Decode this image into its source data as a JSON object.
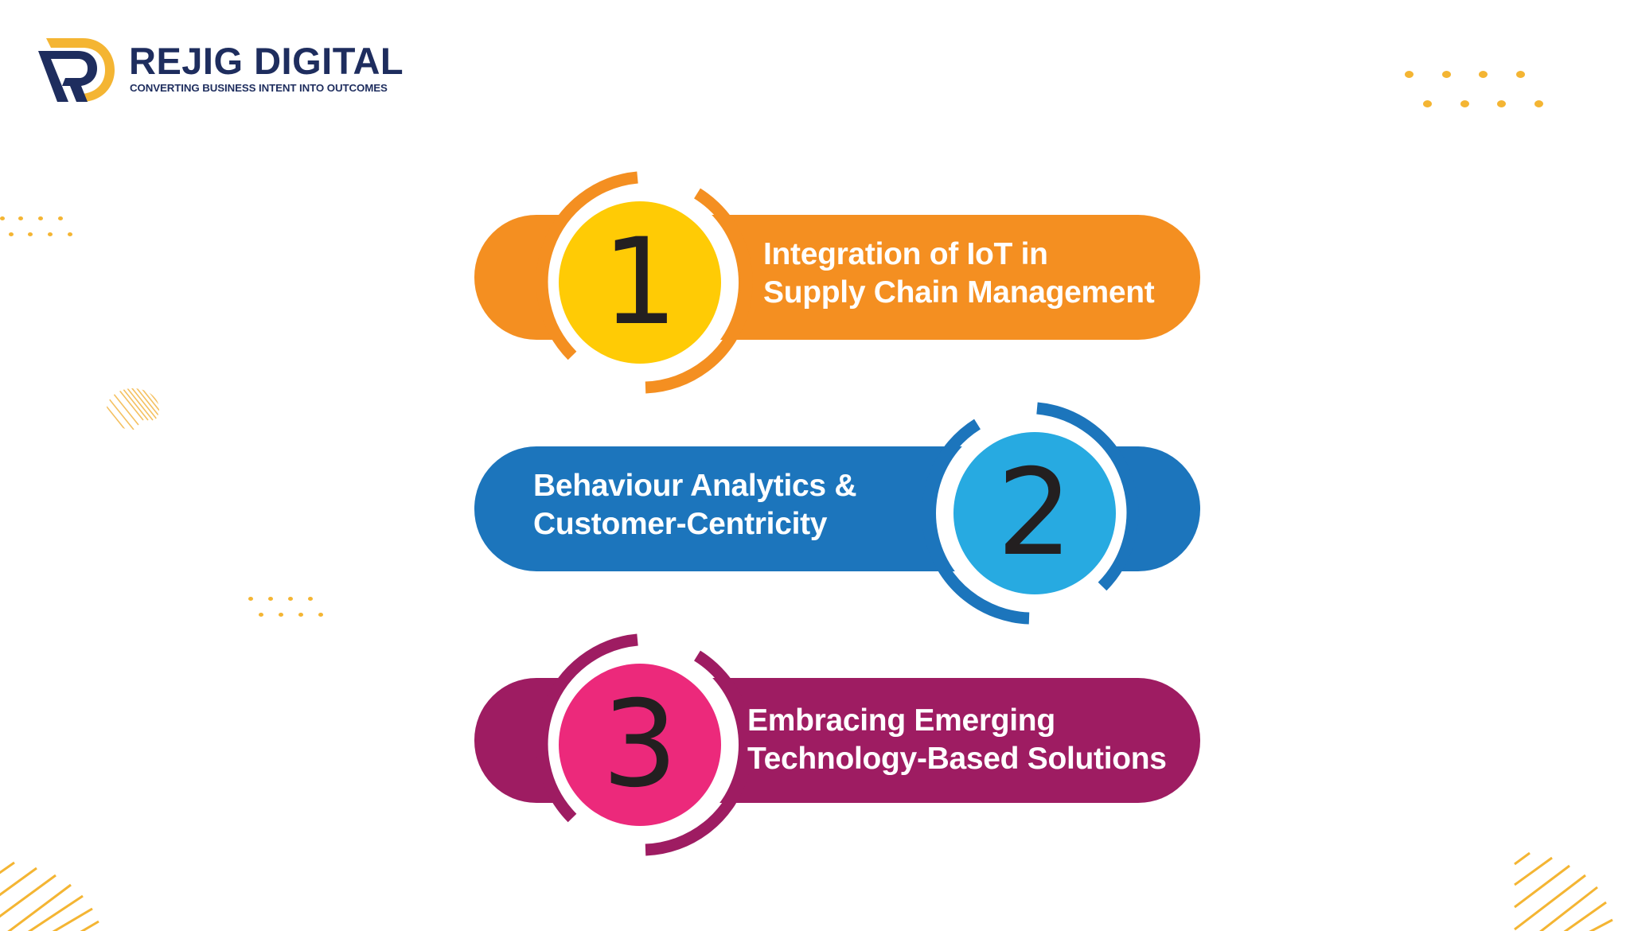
{
  "brand": {
    "name": "REJIG DIGITAL",
    "tagline": "CONVERTING BUSINESS INTENT INTO OUTCOMES",
    "logo_icon": "rd-monogram-icon",
    "colors": {
      "navy": "#1E2D5E",
      "gold": "#F4B533"
    }
  },
  "steps": [
    {
      "number": "1",
      "line1": "Integration of IoT in",
      "line2": "Supply Chain Management",
      "pill_color": "#F48F21",
      "circle_color": "#FFCB05",
      "badge_side": "left"
    },
    {
      "number": "2",
      "line1": "Behaviour Analytics &",
      "line2": "Customer-Centricity",
      "pill_color": "#1C75BC",
      "circle_color": "#27AAE1",
      "badge_side": "right"
    },
    {
      "number": "3",
      "line1": "Embracing Emerging",
      "line2": "Technology-Based Solutions",
      "pill_color": "#9E1C62",
      "circle_color": "#EC297B",
      "badge_side": "left"
    }
  ],
  "decorations": {
    "accent_color": "#F4B533",
    "items": [
      "dot-grid-top-right",
      "dot-grid-left",
      "dot-grid-mid-left",
      "hatched-circle",
      "hatched-corner-bottom-left",
      "hatched-corner-bottom-right"
    ]
  }
}
